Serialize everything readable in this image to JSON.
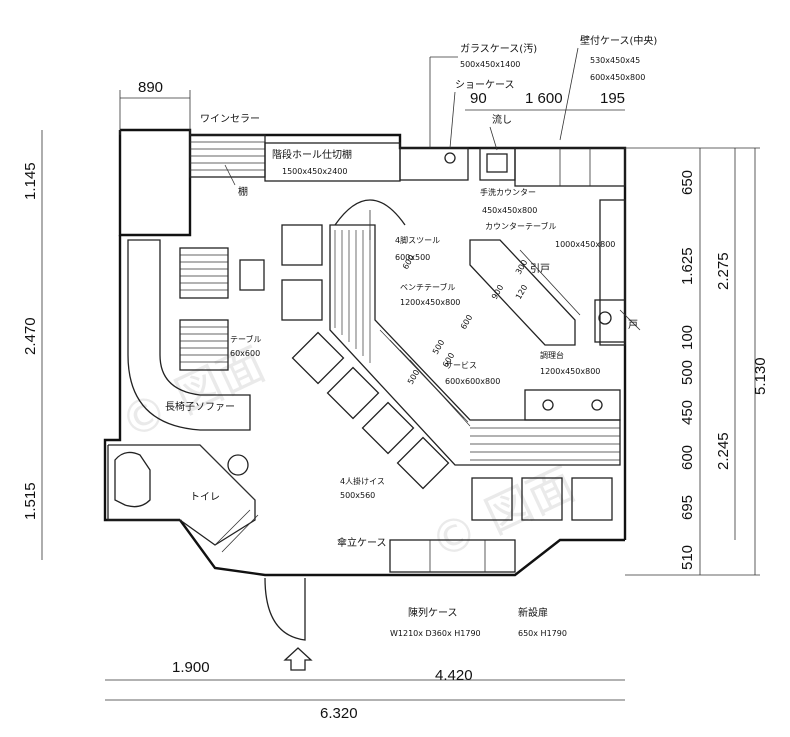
{
  "dimensions": {
    "top_left": "890",
    "top_mid": "90",
    "top_mid2": "1 600",
    "top_right": "195",
    "left_upper": "1.145",
    "left_mid": "2.470",
    "left_lower": "1.515",
    "right_a": "650",
    "right_b": "1.625",
    "right_c": "100",
    "right_d": "500",
    "right_e": "450",
    "right_f": "600",
    "right_g": "695",
    "right_h": "510",
    "right_total1": "2.275",
    "right_total2": "2.245",
    "right_total": "5.130",
    "bottom_left": "1.900",
    "bottom_right": "4.420",
    "bottom_total": "6.320",
    "counter_a": "600",
    "counter_b": "500",
    "counter_c": "600",
    "counter_d": "500",
    "counter_e": "900",
    "counter_f": "300",
    "counter_g": "120",
    "counter_h": "600"
  },
  "labels": {
    "glass_case": "ガラスケース(汚)",
    "glass_case_size": "500x450x1400",
    "showcase": "ショーケース",
    "sink_label": "流し",
    "wall_case": "壁付ケース(中央)",
    "wall_case_size": "530x450x45",
    "wall_case_size2": "600x450x800",
    "wall_shelf": "ワインセラー",
    "hall_shelf": "階段ホール仕切棚",
    "hall_shelf_size": "1500x450x2400",
    "shelf": "棚",
    "hand_wash": "手洗カウンター",
    "hand_wash_size": "450x450x800",
    "counter_table": "カウンターテーブル",
    "counter_table_size": "1000x450x800",
    "side_chair": "4脚スツール",
    "side_chair_size": "600x500",
    "seat_table": "ベンチテーブル",
    "seat_table_size": "1200x450x800",
    "main_table": "テーブル",
    "main_table_size": "60x600",
    "sofa": "長椅子ソファー",
    "toilet": "トイレ",
    "four_chairs": "4人掛けイス",
    "four_chairs_size": "500x560",
    "service": "サービス",
    "service_size": "600x600x800",
    "prep": "調理台",
    "prep_size": "1200x450x800",
    "entrance_case": "傘立ケース",
    "display_case": "陳列ケース",
    "display_case_size": "W1210x D360x H1790",
    "new_door": "新設扉",
    "new_door_size": "650x H1790",
    "door_a": "引戸",
    "door_b": "戸"
  },
  "watermark": "© 図面"
}
